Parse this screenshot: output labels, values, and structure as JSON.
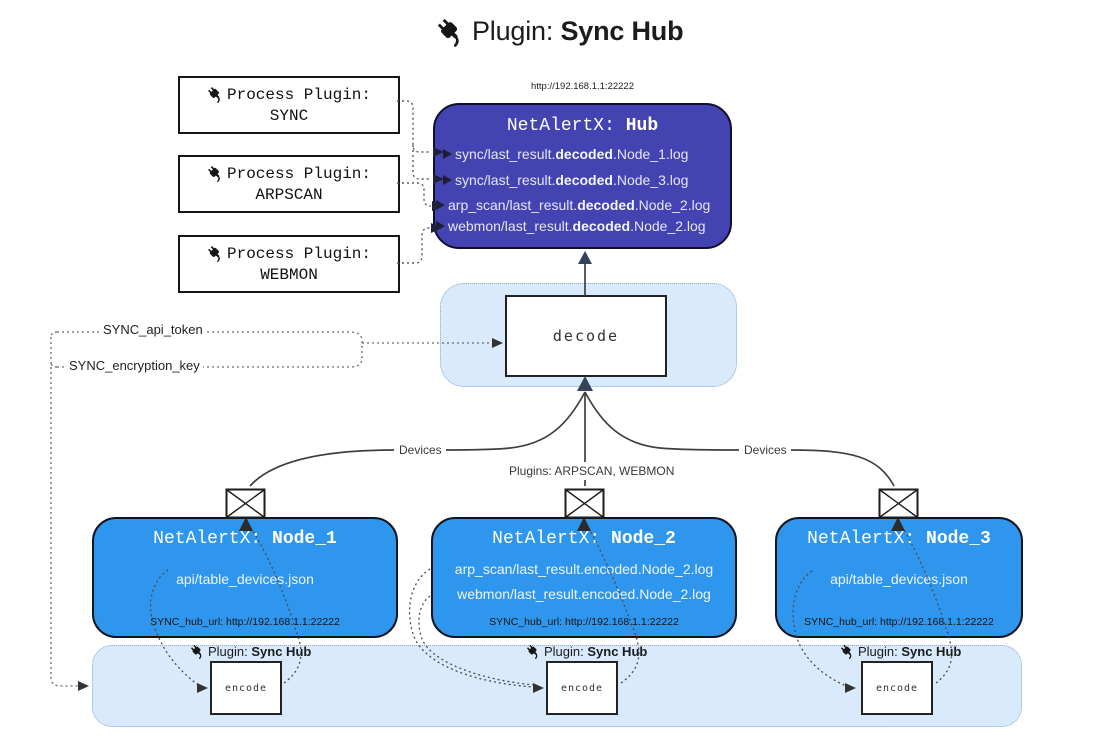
{
  "title": {
    "prefix": "Plugin:",
    "name": "Sync Hub"
  },
  "hub": {
    "url_above": "http://192.168.1.1:22222",
    "title_prefix": "NetAlertX:",
    "title_name": "Hub",
    "files": [
      {
        "pre": "sync/last_result.",
        "mid": "decoded",
        "post": ".Node_1.log"
      },
      {
        "pre": "sync/last_result.",
        "mid": "decoded",
        "post": ".Node_3.log"
      },
      {
        "pre": "arp_scan/last_result.",
        "mid": "decoded",
        "post": ".Node_2.log"
      },
      {
        "pre": "webmon/last_result.",
        "mid": "decoded",
        "post": ".Node_2.log"
      }
    ]
  },
  "process_plugins": [
    {
      "label": "Process Plugin:",
      "name": "SYNC"
    },
    {
      "label": "Process Plugin:",
      "name": "ARPSCAN"
    },
    {
      "label": "Process Plugin:",
      "name": "WEBMON"
    }
  ],
  "decode_label": "decode",
  "encode_label": "encode",
  "settings": {
    "api_token": "SYNC_api_token",
    "encryption_key": "SYNC_encryption_key"
  },
  "edges": {
    "devices_left": "Devices",
    "devices_right": "Devices",
    "plugins_mid": "Plugins: ARPSCAN, WEBMON"
  },
  "nodes": [
    {
      "title_prefix": "NetAlertX:",
      "title_name": "Node_1",
      "files": [
        "api/table_devices.json"
      ],
      "hub_url": "SYNC_hub_url: http://192.168.1.1:22222"
    },
    {
      "title_prefix": "NetAlertX:",
      "title_name": "Node_2",
      "files": [
        "arp_scan/last_result.encoded.Node_2.log",
        "webmon/last_result.encoded.Node_2.log"
      ],
      "hub_url": "SYNC_hub_url: http://192.168.1.1:22222"
    },
    {
      "title_prefix": "NetAlertX:",
      "title_name": "Node_3",
      "files": [
        "api/table_devices.json"
      ],
      "hub_url": "SYNC_hub_url: http://192.168.1.1:22222"
    }
  ],
  "bottom_plugin_label": {
    "prefix": "Plugin:",
    "name": "Sync Hub"
  },
  "colors": {
    "hub_bg": "#4343b2",
    "node_bg": "#2f96ee",
    "container_bg": "#d8eafc",
    "container_border": "#86add4",
    "line": "#3f3f3f",
    "arrowhead": "#33435a",
    "text_on_hub": "#e6e6f8",
    "text_on_node": "#ecf5fe"
  }
}
